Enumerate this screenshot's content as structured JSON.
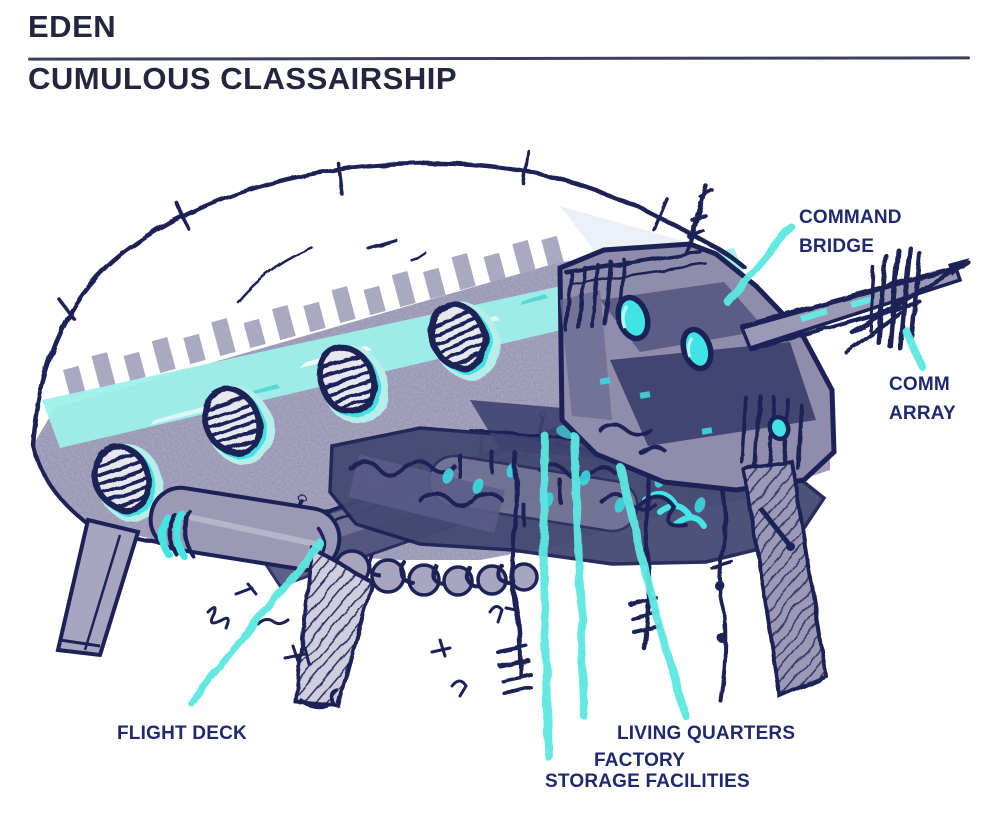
{
  "header": {
    "title": "EDEN",
    "subtitle": "CUMULOUS CLASSAIRSHIP"
  },
  "diagram": {
    "callouts": [
      {
        "id": "command-bridge",
        "label": "COMMAND\nBRIDGE"
      },
      {
        "id": "comm-array",
        "label": "COMM\nARRAY"
      },
      {
        "id": "flight-deck",
        "label": "FLIGHT DECK"
      },
      {
        "id": "living-quarters",
        "label": "LIVING QUARTERS"
      },
      {
        "id": "factory",
        "label": "FACTORY"
      },
      {
        "id": "storage-facilities",
        "label": "STORAGE FACILITIES"
      }
    ]
  },
  "colors": {
    "background": "#ffffff",
    "ink_navy": "#1d2256",
    "label_text": "#1f2a6e",
    "hull_gray": "#a7a5bf",
    "panel_slate": "#4e5180",
    "band_aqua": "#9df0e9",
    "window_cyan": "#41e4e6",
    "leader_cyan": "#5ce8e1"
  }
}
